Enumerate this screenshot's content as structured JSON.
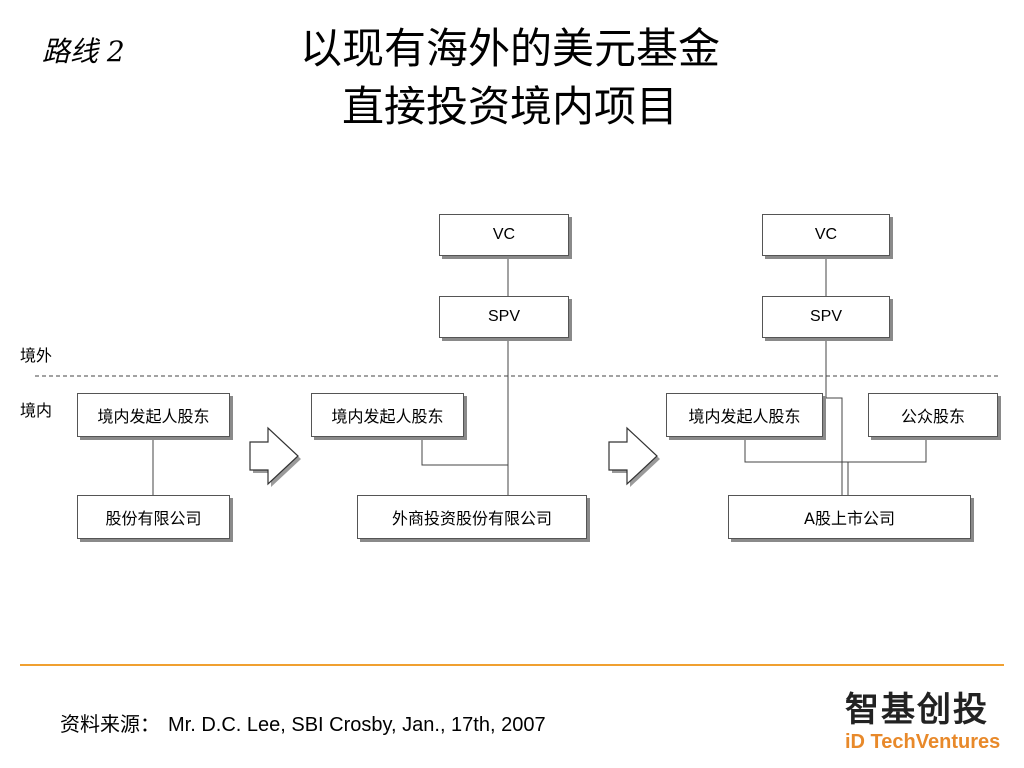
{
  "header": {
    "route_label": "路线 2",
    "title_line1": "以现有海外的美元基金",
    "title_line2": "直接投资境内项目"
  },
  "regions": {
    "offshore": "境外",
    "onshore": "境内"
  },
  "diagram1": {
    "founders": "境内发起人股东",
    "company": "股份有限公司"
  },
  "diagram2": {
    "vc": "VC",
    "spv": "SPV",
    "founders": "境内发起人股东",
    "company": "外商投资股份有限公司"
  },
  "diagram3": {
    "vc": "VC",
    "spv": "SPV",
    "founders": "境内发起人股东",
    "public": "公众股东",
    "company": "A股上市公司"
  },
  "footer": {
    "source_label": "资料来源：",
    "source_text": "Mr. D.C. Lee, SBI Crosby, Jan., 17th, 2007"
  },
  "logo": {
    "cn": "智基创投",
    "en": "iD TechVentures",
    "accent_color": "#e8892a"
  }
}
